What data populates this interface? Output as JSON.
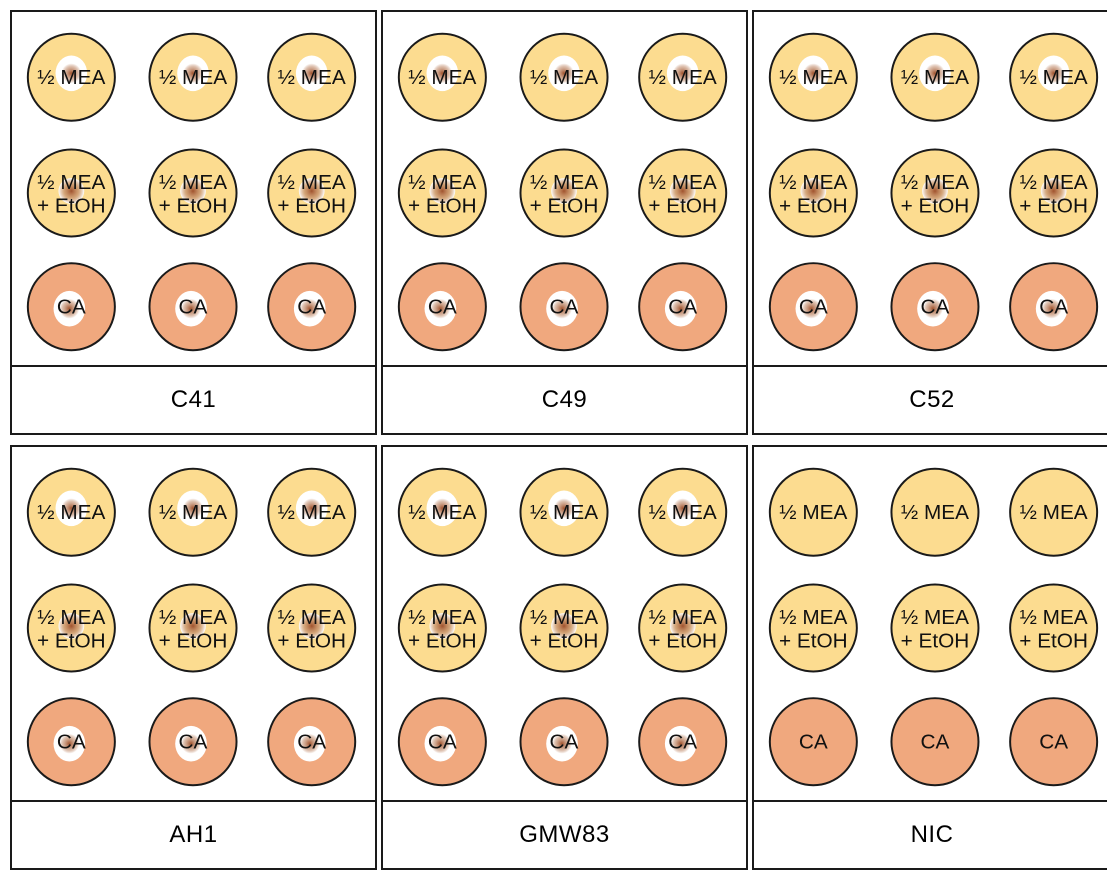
{
  "colors": {
    "mea_fill": "#fcdc90",
    "ca_fill": "#f0a87e",
    "outline": "#1a1a1a",
    "growth_center": "#a0522d",
    "clear_zone": "#ffffff"
  },
  "media_labels": {
    "mea": "½ MEA",
    "mea_etoh_line1": "½ MEA",
    "mea_etoh_line2": "+ EtOH",
    "ca": "CA"
  },
  "panels": [
    {
      "label": "C41",
      "inoculated": true
    },
    {
      "label": "C49",
      "inoculated": true
    },
    {
      "label": "C52",
      "inoculated": true
    },
    {
      "label": "AH1",
      "inoculated": true
    },
    {
      "label": "GMW83",
      "inoculated": true
    },
    {
      "label": "NIC",
      "inoculated": false
    }
  ]
}
